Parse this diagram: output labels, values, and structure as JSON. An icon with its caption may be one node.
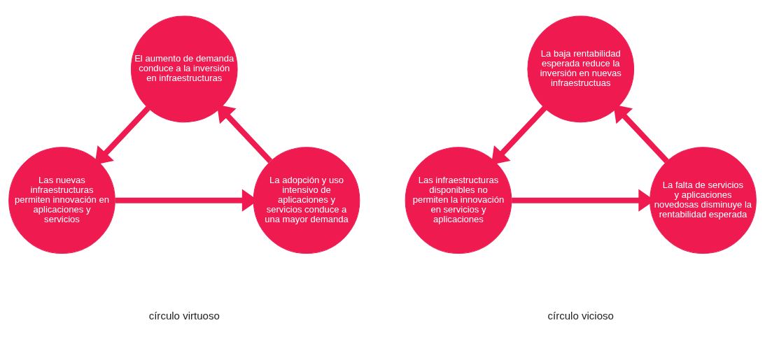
{
  "diagram": {
    "nodes": [
      {
        "text": [
          "El aumento de demanda conduce a la inversión en infraestructuras"
        ]
      },
      {
        "text": [
          "La baja rentabilidad esperada reduce la inversión en nuevas infraestructuas"
        ]
      },
      {
        "text": [
          "La adopción y uso intensivo de aplicaciones y servicios conduce a una mayor demanda"
        ]
      },
      {
        "text": [
          "Las nuevas infraestructuras permiten innovación en aplicaciones y servicios"
        ]
      },
      {
        "text": [
          "La falta de servicios y aplicaciones novedosas disminuye la rentabilidad esperada"
        ]
      },
      {
        "text": [
          "Las infraestructuras disponibles no permiten la innovación en servicios y aplicaciones"
        ]
      }
    ],
    "edges": [
      {
        "from": 2,
        "to": 0,
        "arrow": "to"
      },
      {
        "from": 0,
        "to": 3,
        "arrow": "to"
      },
      {
        "from": 3,
        "to": 2,
        "arrow": "to"
      },
      {
        "from": 4,
        "to": 1,
        "arrow": "to"
      },
      {
        "from": 1,
        "to": 5,
        "arrow": "to"
      },
      {
        "from": 5,
        "to": 4,
        "arrow": "to"
      }
    ],
    "labels": [
      "círculo virtuoso",
      "círculo vicioso"
    ]
  }
}
